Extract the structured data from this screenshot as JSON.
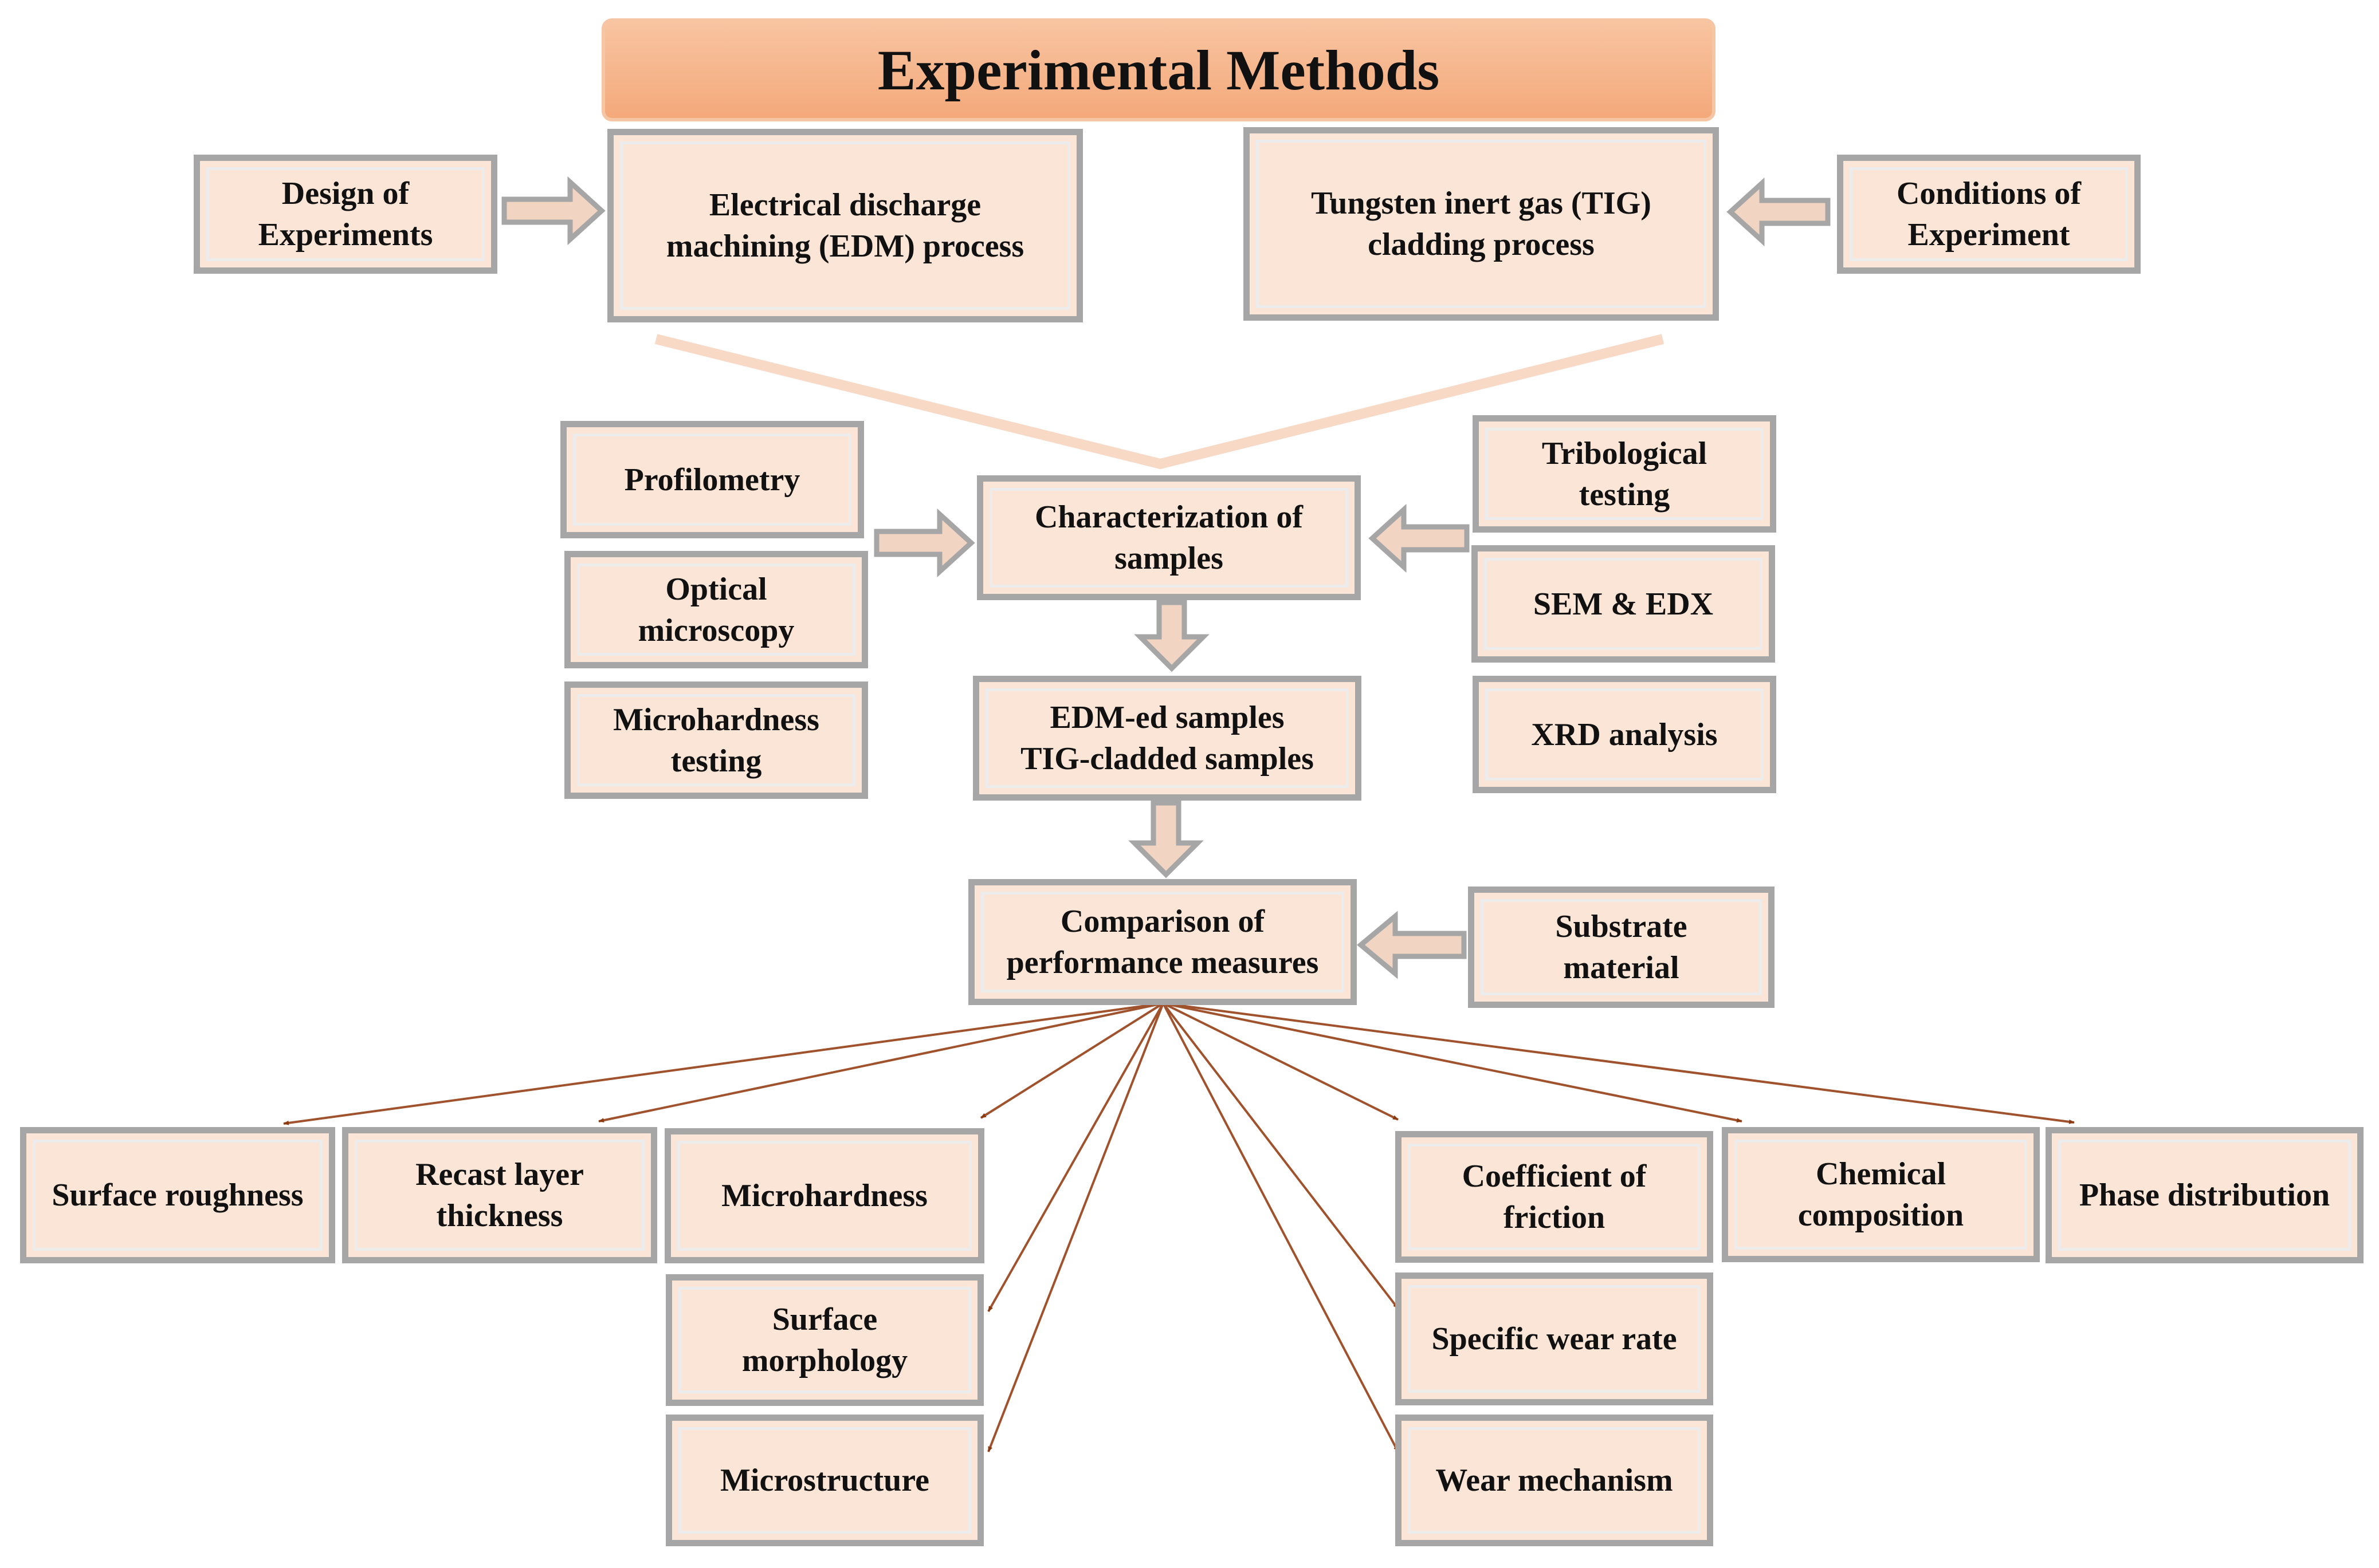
{
  "title": "Experimental Methods",
  "colors": {
    "box_fill": "#fbe5d6",
    "box_border": "#a6a6a6",
    "title_fill": "#f4b183",
    "connector_line": "#a0522d",
    "block_arrow_fill": "#f2d4c2"
  },
  "top_row": {
    "design_of_experiments": "Design of\nExperiments",
    "edm_process": "Electrical discharge\nmachining (EDM) process",
    "tig_process": "Tungsten inert gas (TIG)\ncladding process",
    "conditions_of_experiment": "Conditions of\nExperiment"
  },
  "characterization": {
    "center": "Characterization of\nsamples",
    "left_methods": [
      "Profilometry",
      "Optical\nmicroscopy",
      "Microhardness\ntesting"
    ],
    "right_methods": [
      "Tribological\ntesting",
      "SEM & EDX",
      "XRD analysis"
    ]
  },
  "samples": "EDM-ed samples\nTIG-cladded samples",
  "comparison": "Comparison of\nperformance measures",
  "substrate": "Substrate\nmaterial",
  "measures": {
    "surface_roughness": "Surface roughness",
    "recast_layer": "Recast layer\nthickness",
    "microhardness": "Microhardness",
    "surface_morphology": "Surface\nmorphology",
    "microstructure": "Microstructure",
    "coefficient_of_friction": "Coefficient of\nfriction",
    "specific_wear_rate": "Specific wear rate",
    "wear_mechanism": "Wear mechanism",
    "chemical_composition": "Chemical\ncomposition",
    "phase_distribution": "Phase distribution"
  }
}
